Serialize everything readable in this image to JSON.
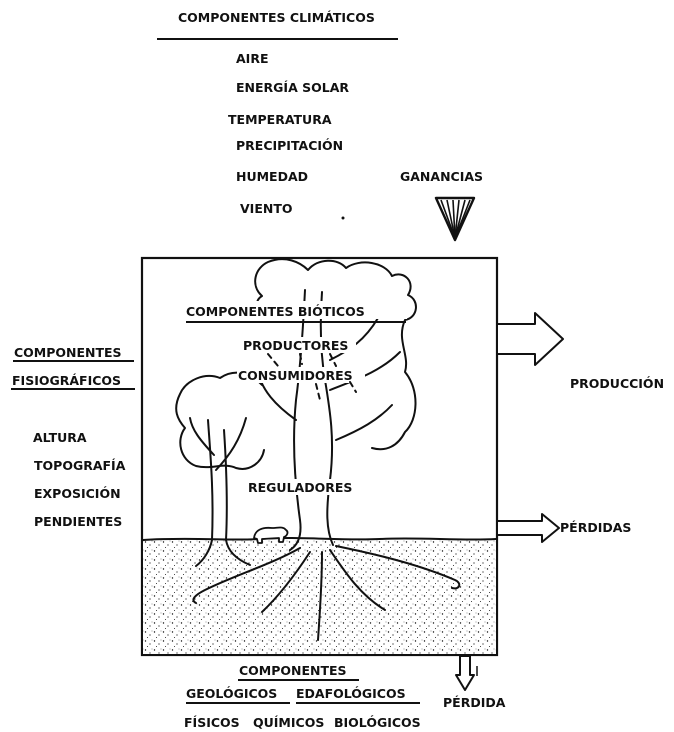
{
  "climatic": {
    "title": "COMPONENTES CLIMÁTICOS",
    "items": [
      "AIRE",
      "ENERGÍA SOLAR",
      "TEMPERATURA",
      "PRECIPITACIÓN",
      "HUMEDAD",
      "VIENTO"
    ]
  },
  "gains": {
    "label": "GANANCIAS"
  },
  "biotic": {
    "title": "COMPONENTES BIÓTICOS",
    "producers": "PRODUCTORES",
    "consumers": "CONSUMIDORES",
    "regulators": "REGULADORES"
  },
  "physiographic": {
    "title_line1": "COMPONENTES",
    "title_line2": "FISIOGRÁFICOS",
    "items": [
      "ALTURA",
      "TOPOGRAFÍA",
      "EXPOSICIÓN",
      "PENDIENTES"
    ]
  },
  "outputs": {
    "production": "PRODUCCIÓN",
    "losses": "PÉRDIDAS",
    "loss": "PÉRDIDA"
  },
  "geological": {
    "title": "COMPONENTES",
    "line2_a": "GEOLÓGICOS",
    "line2_b": "EDAFOLÓGICOS",
    "line3_a": "FÍSICOS",
    "line3_b": "QUÍMICOS",
    "line3_c": "BIOLÓGICOS"
  },
  "colors": {
    "ink": "#111111",
    "paper": "#ffffff"
  }
}
